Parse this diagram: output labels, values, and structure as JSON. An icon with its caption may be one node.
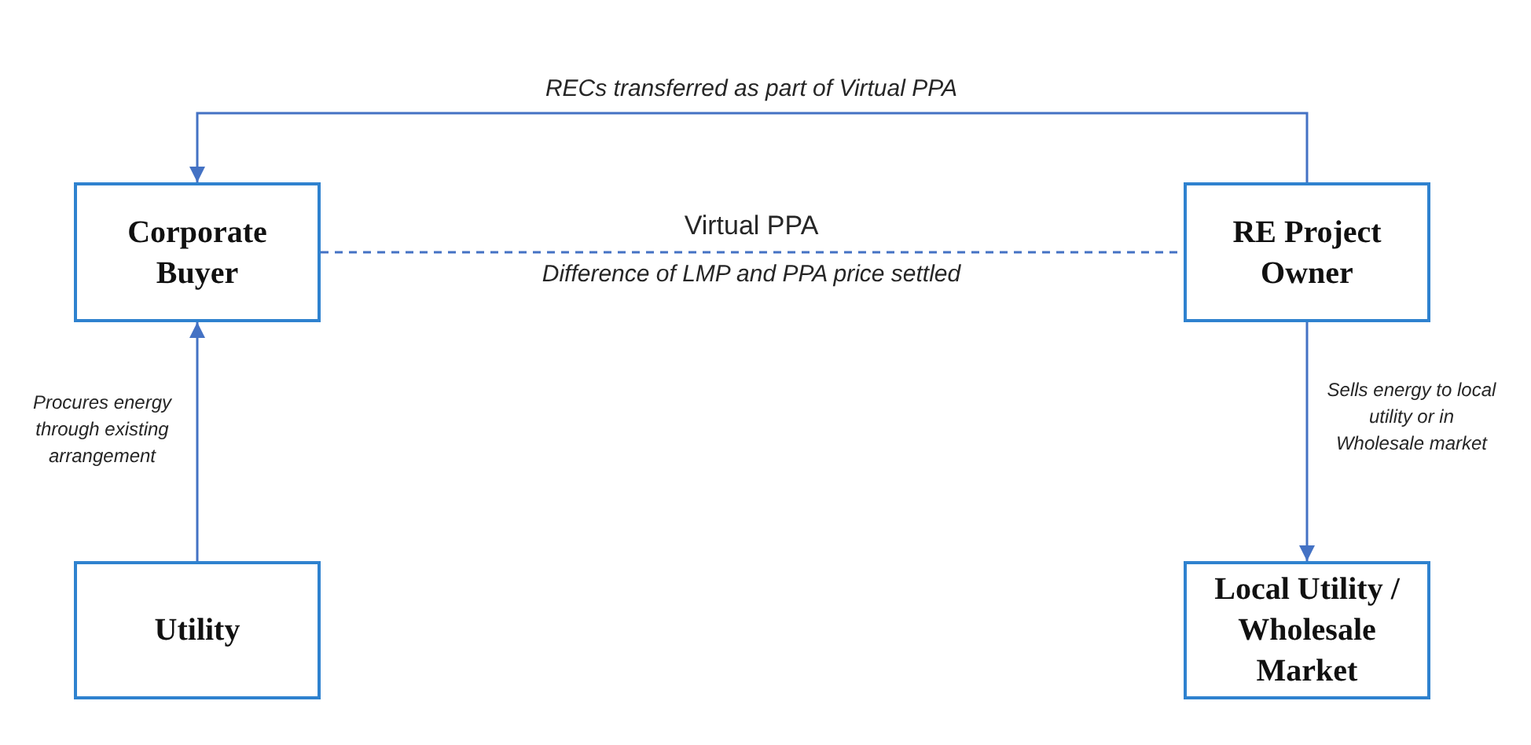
{
  "diagram": {
    "nodes": [
      {
        "text": [
          "Corporate Buyer"
        ]
      },
      {
        "text": [
          "RE Project Owner"
        ]
      },
      {
        "text": [
          "Utility"
        ]
      },
      {
        "text": [
          "Local Utility / Wholesale Market"
        ]
      }
    ],
    "edges": [
      {
        "from": 1,
        "to": 0,
        "arrow": "to",
        "label": "RECs transferred as part of Virtual PPA"
      },
      {
        "from": 0,
        "to": 1,
        "arrow": "none",
        "style": "dashed",
        "label": "Virtual PPA"
      },
      {
        "from": 2,
        "to": 0,
        "arrow": "to",
        "label": "Procures energy through existing arrangement"
      },
      {
        "from": 1,
        "to": 3,
        "arrow": "to",
        "label": "Sells energy to local utility or in Wholesale market"
      }
    ],
    "labels": [
      "Difference of LMP and PPA price settled"
    ]
  }
}
